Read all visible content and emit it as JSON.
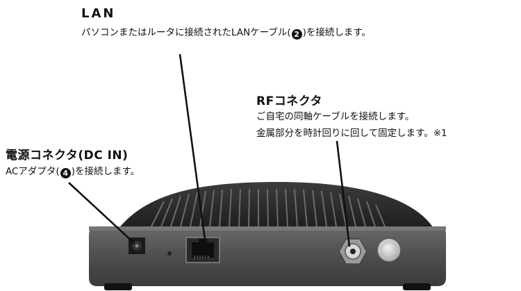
{
  "lan": {
    "title": "LAN",
    "desc_before": "パソコンまたはルータに接続されたLANケーブル(",
    "num": "2",
    "desc_after": ")を接続します。"
  },
  "rf": {
    "title": "RFコネクタ",
    "line1": "ご自宅の同軸ケーブルを接続します。",
    "line2": "金属部分を時計回りに回して固定します。※1"
  },
  "power": {
    "title": "電源コネクタ(DC IN)",
    "desc_before": "ACアダプタ(",
    "num": "4",
    "desc_after": ")を接続します。"
  }
}
